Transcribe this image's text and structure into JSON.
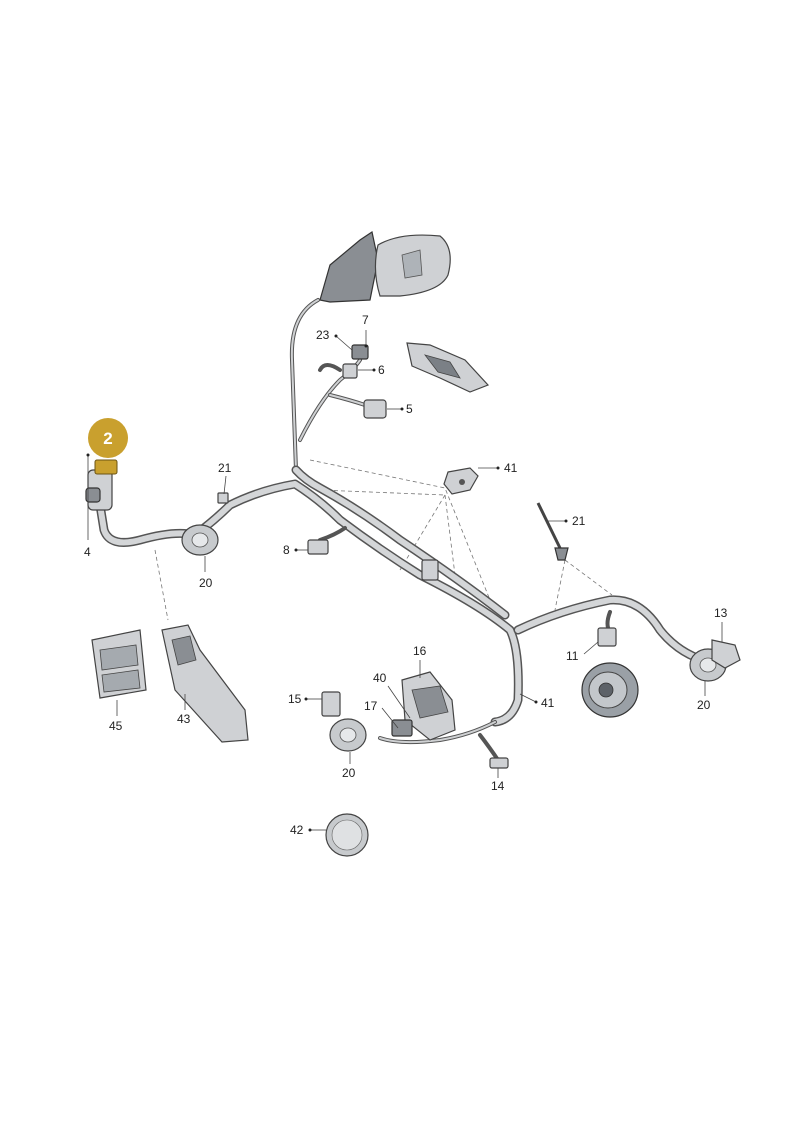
{
  "badge": {
    "label": "2",
    "color": "#c9a02e"
  },
  "callouts": {
    "c2_label": "4",
    "c4": "4",
    "c5": "5",
    "c6": "6",
    "c7": "7",
    "c8": "8",
    "c11": "11",
    "c13": "13",
    "c14": "14",
    "c15": "15",
    "c16": "16",
    "c17": "17",
    "c20a": "20",
    "c20b": "20",
    "c20c": "20",
    "c21a": "21",
    "c21b": "21",
    "c23": "23",
    "c40": "40",
    "c41a": "41",
    "c41b": "41",
    "c42": "42",
    "c43": "43",
    "c45": "45"
  }
}
